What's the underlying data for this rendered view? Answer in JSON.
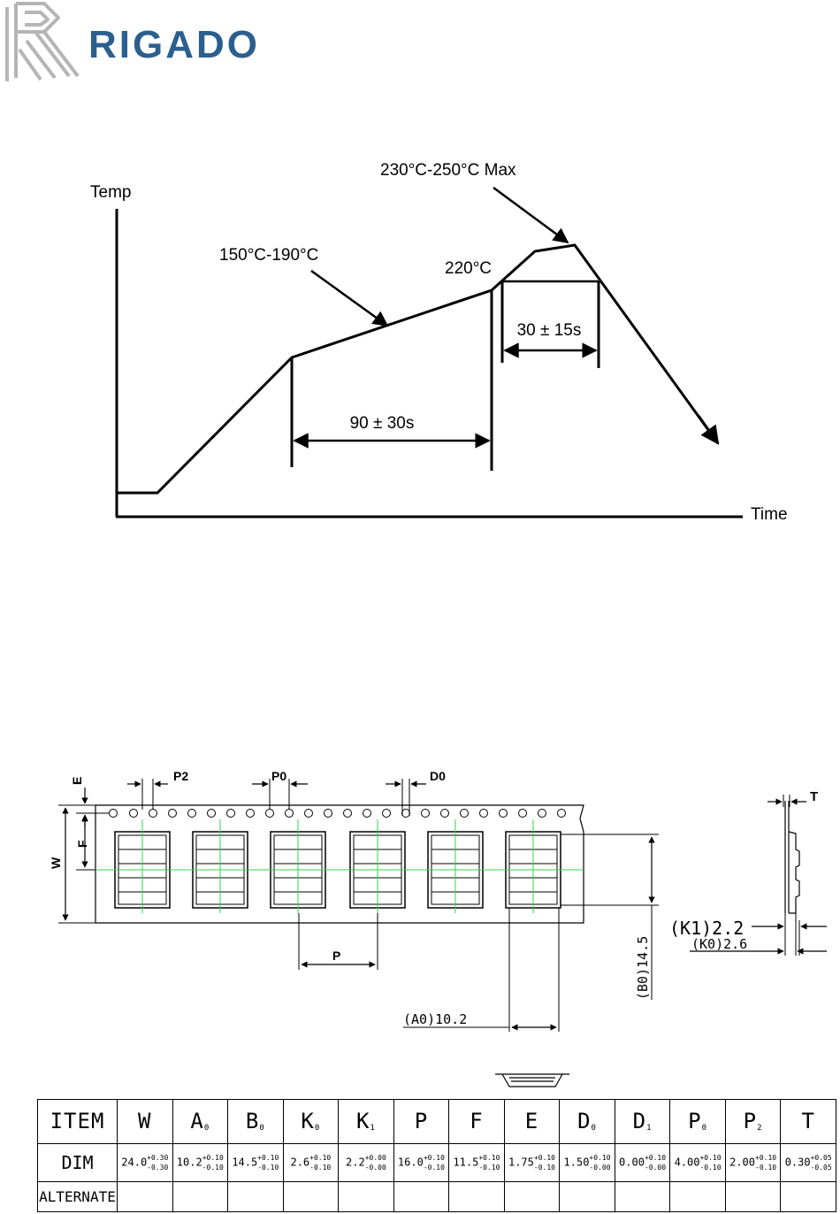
{
  "logo": {
    "text": "RIGADO",
    "color": "#2b5f8e",
    "mark_color": "#b5b5b5"
  },
  "reflow": {
    "y_label": "Temp",
    "x_label": "Time",
    "preheat_label": "150°C-190°C",
    "liquidus_label": "220°C",
    "peak_label": "230°C-250°C Max",
    "preheat_time": "90 ± 30s",
    "liquidus_time": "30 ± 15s"
  },
  "tape": {
    "labels": {
      "E": "E",
      "P2": "P2",
      "P0": "P0",
      "D0": "D0",
      "W": "W",
      "F": "F",
      "P": "P",
      "T": "T",
      "B0": "(B0)14.5",
      "A0": "(A0)10.2",
      "K1": "(K1)2.2",
      "K0": "(K0)2.6"
    },
    "guide_color": "#2fd44a"
  },
  "table": {
    "columns": [
      {
        "name": "ITEM"
      },
      {
        "name": "W",
        "sub": ""
      },
      {
        "name": "A",
        "sub": "0"
      },
      {
        "name": "B",
        "sub": "0"
      },
      {
        "name": "K",
        "sub": "0"
      },
      {
        "name": "K",
        "sub": "1"
      },
      {
        "name": "P",
        "sub": ""
      },
      {
        "name": "F",
        "sub": ""
      },
      {
        "name": "E",
        "sub": ""
      },
      {
        "name": "D",
        "sub": "0"
      },
      {
        "name": "D",
        "sub": "1"
      },
      {
        "name": "P",
        "sub": "0"
      },
      {
        "name": "P",
        "sub": "2"
      },
      {
        "name": "T",
        "sub": ""
      }
    ],
    "dim_label": "DIM",
    "alternate_label": "ALTERNATE",
    "dims": [
      {
        "value": "24.0",
        "plus": "+0.30",
        "minus": "-0.30"
      },
      {
        "value": "10.2",
        "plus": "+0.10",
        "minus": "-0.10"
      },
      {
        "value": "14.5",
        "plus": "+0.10",
        "minus": "-0.10"
      },
      {
        "value": "2.6",
        "plus": "+0.10",
        "minus": "-0.10"
      },
      {
        "value": "2.2",
        "plus": "+0.00",
        "minus": "-0.00"
      },
      {
        "value": "16.0",
        "plus": "+0.10",
        "minus": "-0.10"
      },
      {
        "value": "11.5",
        "plus": "+0.10",
        "minus": "-0.10"
      },
      {
        "value": "1.75",
        "plus": "+0.10",
        "minus": "-0.10"
      },
      {
        "value": "1.50",
        "plus": "+0.10",
        "minus": "-0.00"
      },
      {
        "value": "0.00",
        "plus": "+0.10",
        "minus": "-0.00"
      },
      {
        "value": "4.00",
        "plus": "+0.10",
        "minus": "-0.10"
      },
      {
        "value": "2.00",
        "plus": "+0.10",
        "minus": "-0.10"
      },
      {
        "value": "0.30",
        "plus": "+0.05",
        "minus": "-0.05"
      }
    ],
    "alternates": [
      "",
      "",
      "",
      "",
      "",
      "",
      "",
      "",
      "",
      "",
      "",
      "",
      ""
    ]
  }
}
